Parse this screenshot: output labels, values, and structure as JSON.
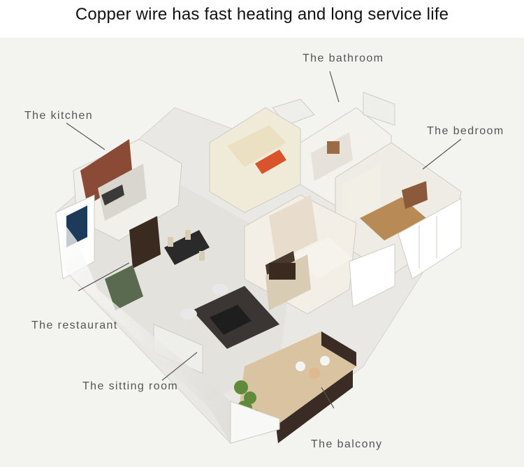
{
  "title": "Copper wire has fast heating and long service life",
  "labels": {
    "kitchen": "The kitchen",
    "bathroom": "The bathroom",
    "bedroom": "The bedroom",
    "restaurant": "The restaurant",
    "sitting_room": "The sitting room",
    "balcony": "The balcony"
  },
  "colors": {
    "background": "#f3f3f0",
    "wall": "#f7f6f2",
    "floor": "#e7e5df",
    "wood": "#b08a5a",
    "rug": "#3b3634",
    "leader_line": "#555555"
  }
}
